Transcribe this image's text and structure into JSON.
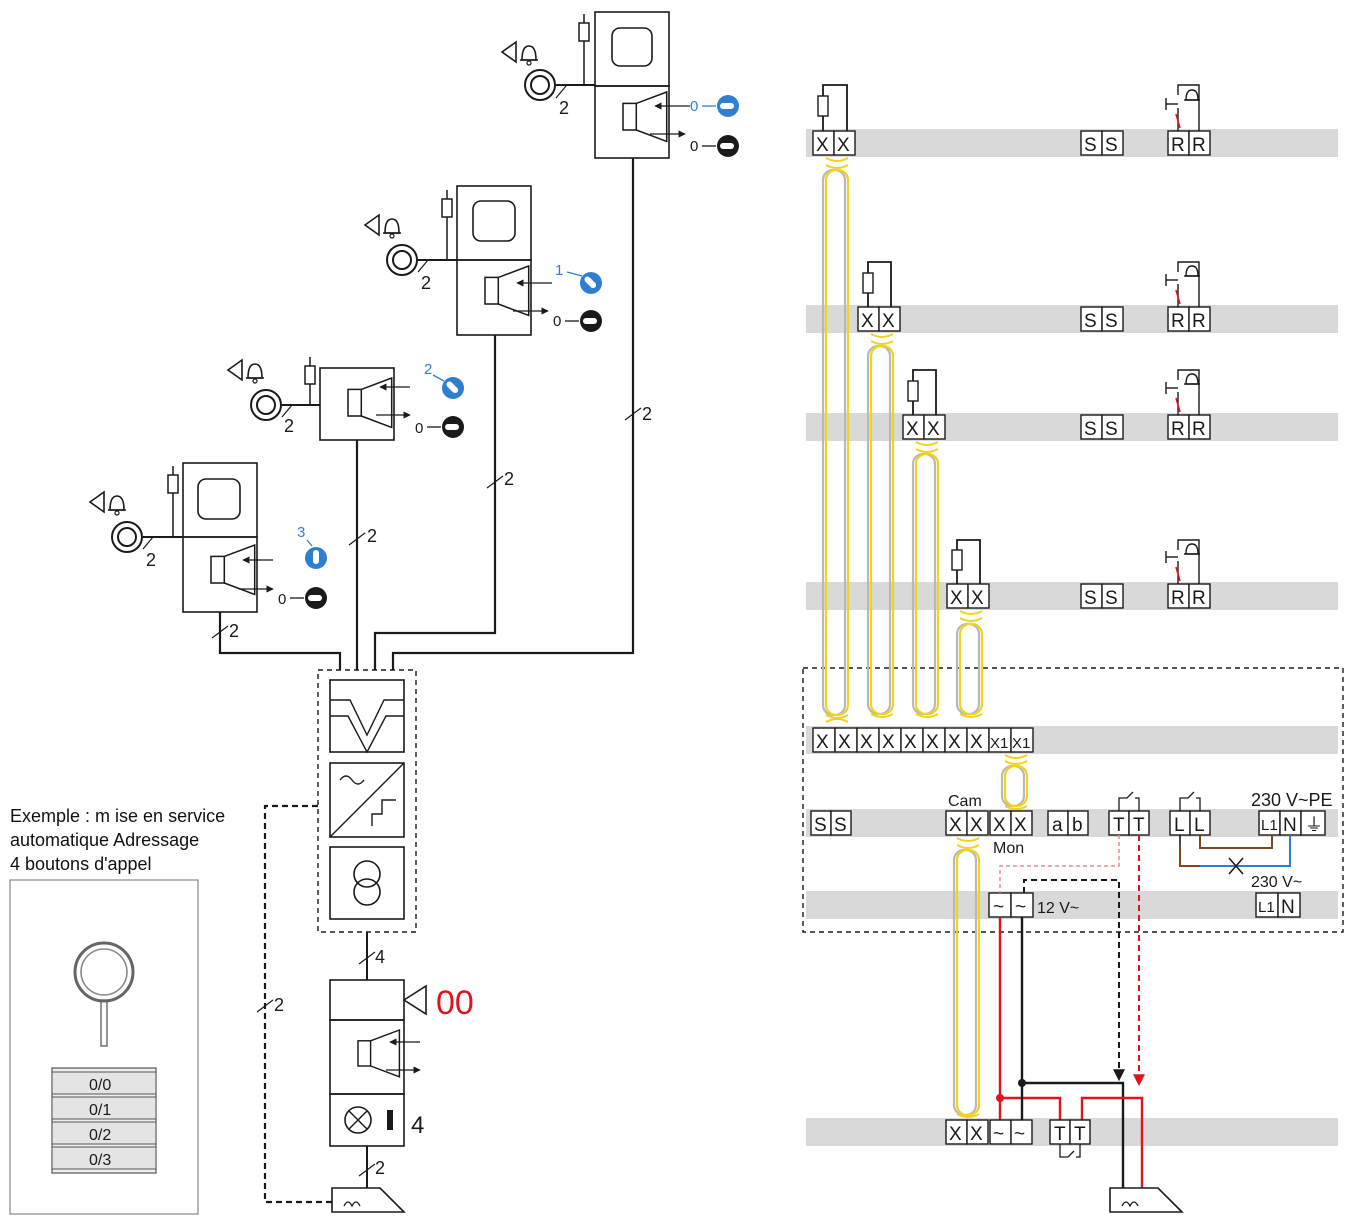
{
  "caption": {
    "line1": "Exemple  : m ise  en  service",
    "line2": "automatique  Adressage",
    "line3": "4  boutons d'appel"
  },
  "left_diagram": {
    "cable_pairs": "2",
    "cable_four": "4",
    "button_addresses": [
      "0",
      "1",
      "2",
      "3"
    ],
    "second_button": "0",
    "display": "00",
    "handset_buttons": "4",
    "address_list": [
      "0/0",
      "0/1",
      "0/2",
      "0/3"
    ]
  },
  "right_diagram": {
    "row_terms": {
      "x": "X",
      "s": "S",
      "r": "R"
    },
    "bus_terminals": [
      "X",
      "X",
      "X",
      "X",
      "X",
      "X",
      "X",
      "X",
      "X1",
      "X1"
    ],
    "main_row": {
      "ss": "S",
      "cam": "Cam",
      "mon": "Mon",
      "x": "X",
      "a": "a",
      "b": "b",
      "t": "T",
      "l": "L",
      "l1": "L1",
      "n": "N",
      "ground": "⏚",
      "voltage_pe": "230 V~PE",
      "voltage": "230 V~"
    },
    "supply_row": {
      "tilde": "~",
      "label": "12 V~",
      "l1": "L1",
      "n": "N"
    },
    "bottom_row": {
      "x": "X",
      "tilde": "~",
      "t": "T"
    }
  },
  "colors": {
    "line": "#1a1a1a",
    "band": "#d9d9d9",
    "yellow": "#f2d21b",
    "grey_wire": "#b8b8b8",
    "red": "#e0141e",
    "blue": "#2f7fd0",
    "brown": "#7a4a1e",
    "display_red": "#e0141e"
  },
  "icons": [
    "bell-icon",
    "push-button-icon",
    "speaker-icon",
    "lock-icon",
    "screen-icon",
    "camera-icon",
    "transformer-icon",
    "rectifier-icon",
    "splitter-icon",
    "light-icon",
    "chime-icon",
    "ring-icon"
  ]
}
